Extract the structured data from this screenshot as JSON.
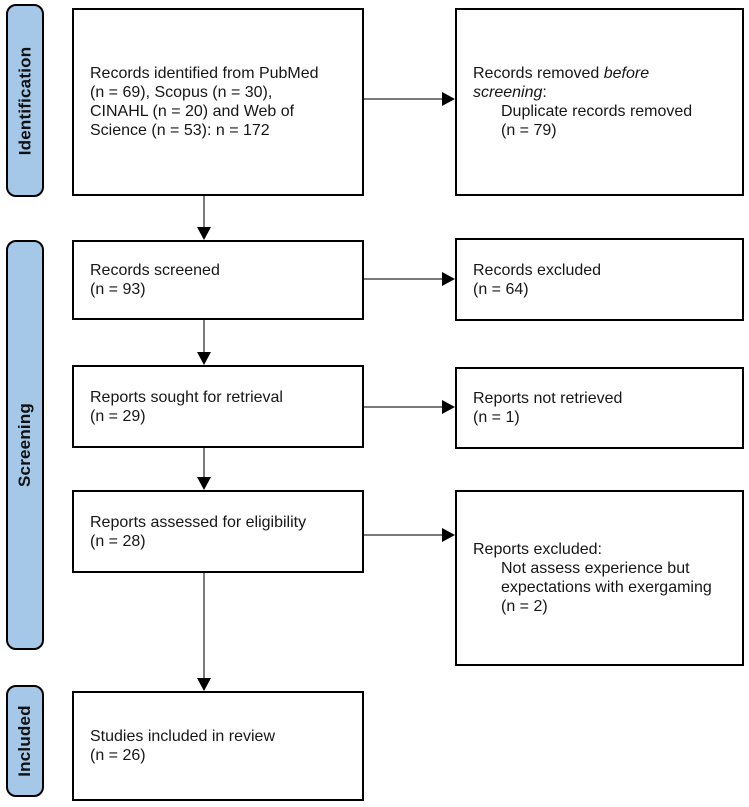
{
  "diagram_type": "prisma-flow-diagram",
  "colors": {
    "stage_fill": "#a5c8e9",
    "box_border": "#000000",
    "arrow_line": "#7a7a7a",
    "arrow_head": "#000000",
    "background": "#ffffff"
  },
  "stages": {
    "identification": "Identification",
    "screening": "Screening",
    "included": "Included"
  },
  "boxes": {
    "records_identified": {
      "lines": [
        "Records identified from PubMed",
        "(n = 69), Scopus (n = 30),",
        "CINAHL (n = 20) and Web of",
        "Science (n = 53): n = 172"
      ]
    },
    "records_removed": {
      "line1_regular": "Records removed ",
      "line1_italic": "before",
      "line2_italic": "screening",
      "line2_regular": ":",
      "detail_lines": [
        "Duplicate records removed",
        "(n = 79)"
      ]
    },
    "records_screened": {
      "lines": [
        "Records screened",
        "(n = 93)"
      ]
    },
    "records_excluded": {
      "lines": [
        "Records excluded",
        "(n = 64)"
      ]
    },
    "reports_sought": {
      "lines": [
        "Reports sought for retrieval",
        "(n = 29)"
      ]
    },
    "reports_not_retrieved": {
      "lines": [
        "Reports not retrieved",
        "(n = 1)"
      ]
    },
    "reports_assessed": {
      "lines": [
        "Reports assessed for eligibility",
        "(n = 28)"
      ]
    },
    "reports_excluded": {
      "title": "Reports excluded:",
      "detail_lines": [
        "Not assess experience but",
        "expectations with exergaming",
        "(n = 2)"
      ]
    },
    "studies_included": {
      "lines": [
        "Studies included in review",
        "(n = 26)"
      ]
    }
  }
}
